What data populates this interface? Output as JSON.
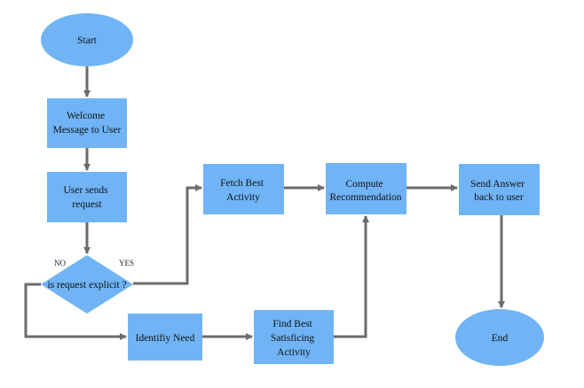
{
  "colors": {
    "node_fill": "#70b4f6",
    "edge": "#6b6b6b",
    "text": "#111111"
  },
  "nodes": {
    "start": {
      "shape": "ellipse",
      "lines": [
        "Start"
      ]
    },
    "welcome": {
      "shape": "process",
      "lines": [
        "Welcome",
        "Message to User"
      ]
    },
    "user_sends": {
      "shape": "process",
      "lines": [
        "User sends",
        "request"
      ]
    },
    "decision": {
      "shape": "decision",
      "lines": [
        "is request explicit ?"
      ]
    },
    "identify": {
      "shape": "process",
      "lines": [
        "Identifiy Need"
      ]
    },
    "find_best": {
      "shape": "process",
      "lines": [
        "Find Best",
        "Satisficing",
        "Activity"
      ]
    },
    "fetch_best": {
      "shape": "process",
      "lines": [
        "Fetch Best",
        "Activity"
      ]
    },
    "compute": {
      "shape": "process",
      "lines": [
        "Compute",
        "Recommendation"
      ]
    },
    "send_answer": {
      "shape": "process",
      "lines": [
        "Send Answer",
        "back to user"
      ]
    },
    "end": {
      "shape": "ellipse",
      "lines": [
        "End"
      ]
    }
  },
  "branch_labels": {
    "no": "NO",
    "yes": "YES"
  },
  "edges": [
    {
      "from": "start",
      "to": "welcome"
    },
    {
      "from": "welcome",
      "to": "user_sends"
    },
    {
      "from": "user_sends",
      "to": "decision"
    },
    {
      "from": "decision",
      "to": "fetch_best",
      "label": "yes"
    },
    {
      "from": "decision",
      "to": "identify",
      "label": "no"
    },
    {
      "from": "identify",
      "to": "find_best"
    },
    {
      "from": "find_best",
      "to": "compute"
    },
    {
      "from": "fetch_best",
      "to": "compute"
    },
    {
      "from": "compute",
      "to": "send_answer"
    },
    {
      "from": "send_answer",
      "to": "end"
    }
  ]
}
